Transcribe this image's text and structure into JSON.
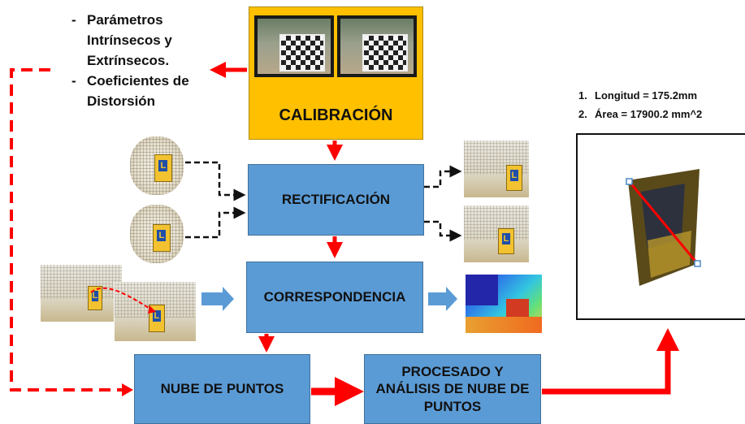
{
  "left_notes": [
    {
      "dash": "-",
      "text": "Parámetros Intrínsecos y Extrínsecos."
    },
    {
      "dash": "-",
      "text": "Coeficientes de Distorsión"
    }
  ],
  "calibration": {
    "label": "CALIBRACIÓN"
  },
  "rectification": {
    "label": "RECTIFICACIÓN"
  },
  "correspondence": {
    "label": "CORRESPONDENCIA"
  },
  "point_cloud": {
    "label": "NUBE DE PUNTOS"
  },
  "processing": {
    "label": "PROCESADO Y ANÁLISIS DE NUBE DE PUNTOS"
  },
  "results": [
    {
      "num": "1.",
      "text": "Longitud = 175.2mm"
    },
    {
      "num": "2.",
      "text": "Área = 17900.2 mm^2"
    }
  ],
  "book_letter": "L",
  "colors": {
    "blue_box": "#5b9bd5",
    "calibration_box": "#ffc000",
    "arrow_red": "#ff0000",
    "arrow_blue": "#5b9bd5",
    "dashed_black": "#111111"
  }
}
